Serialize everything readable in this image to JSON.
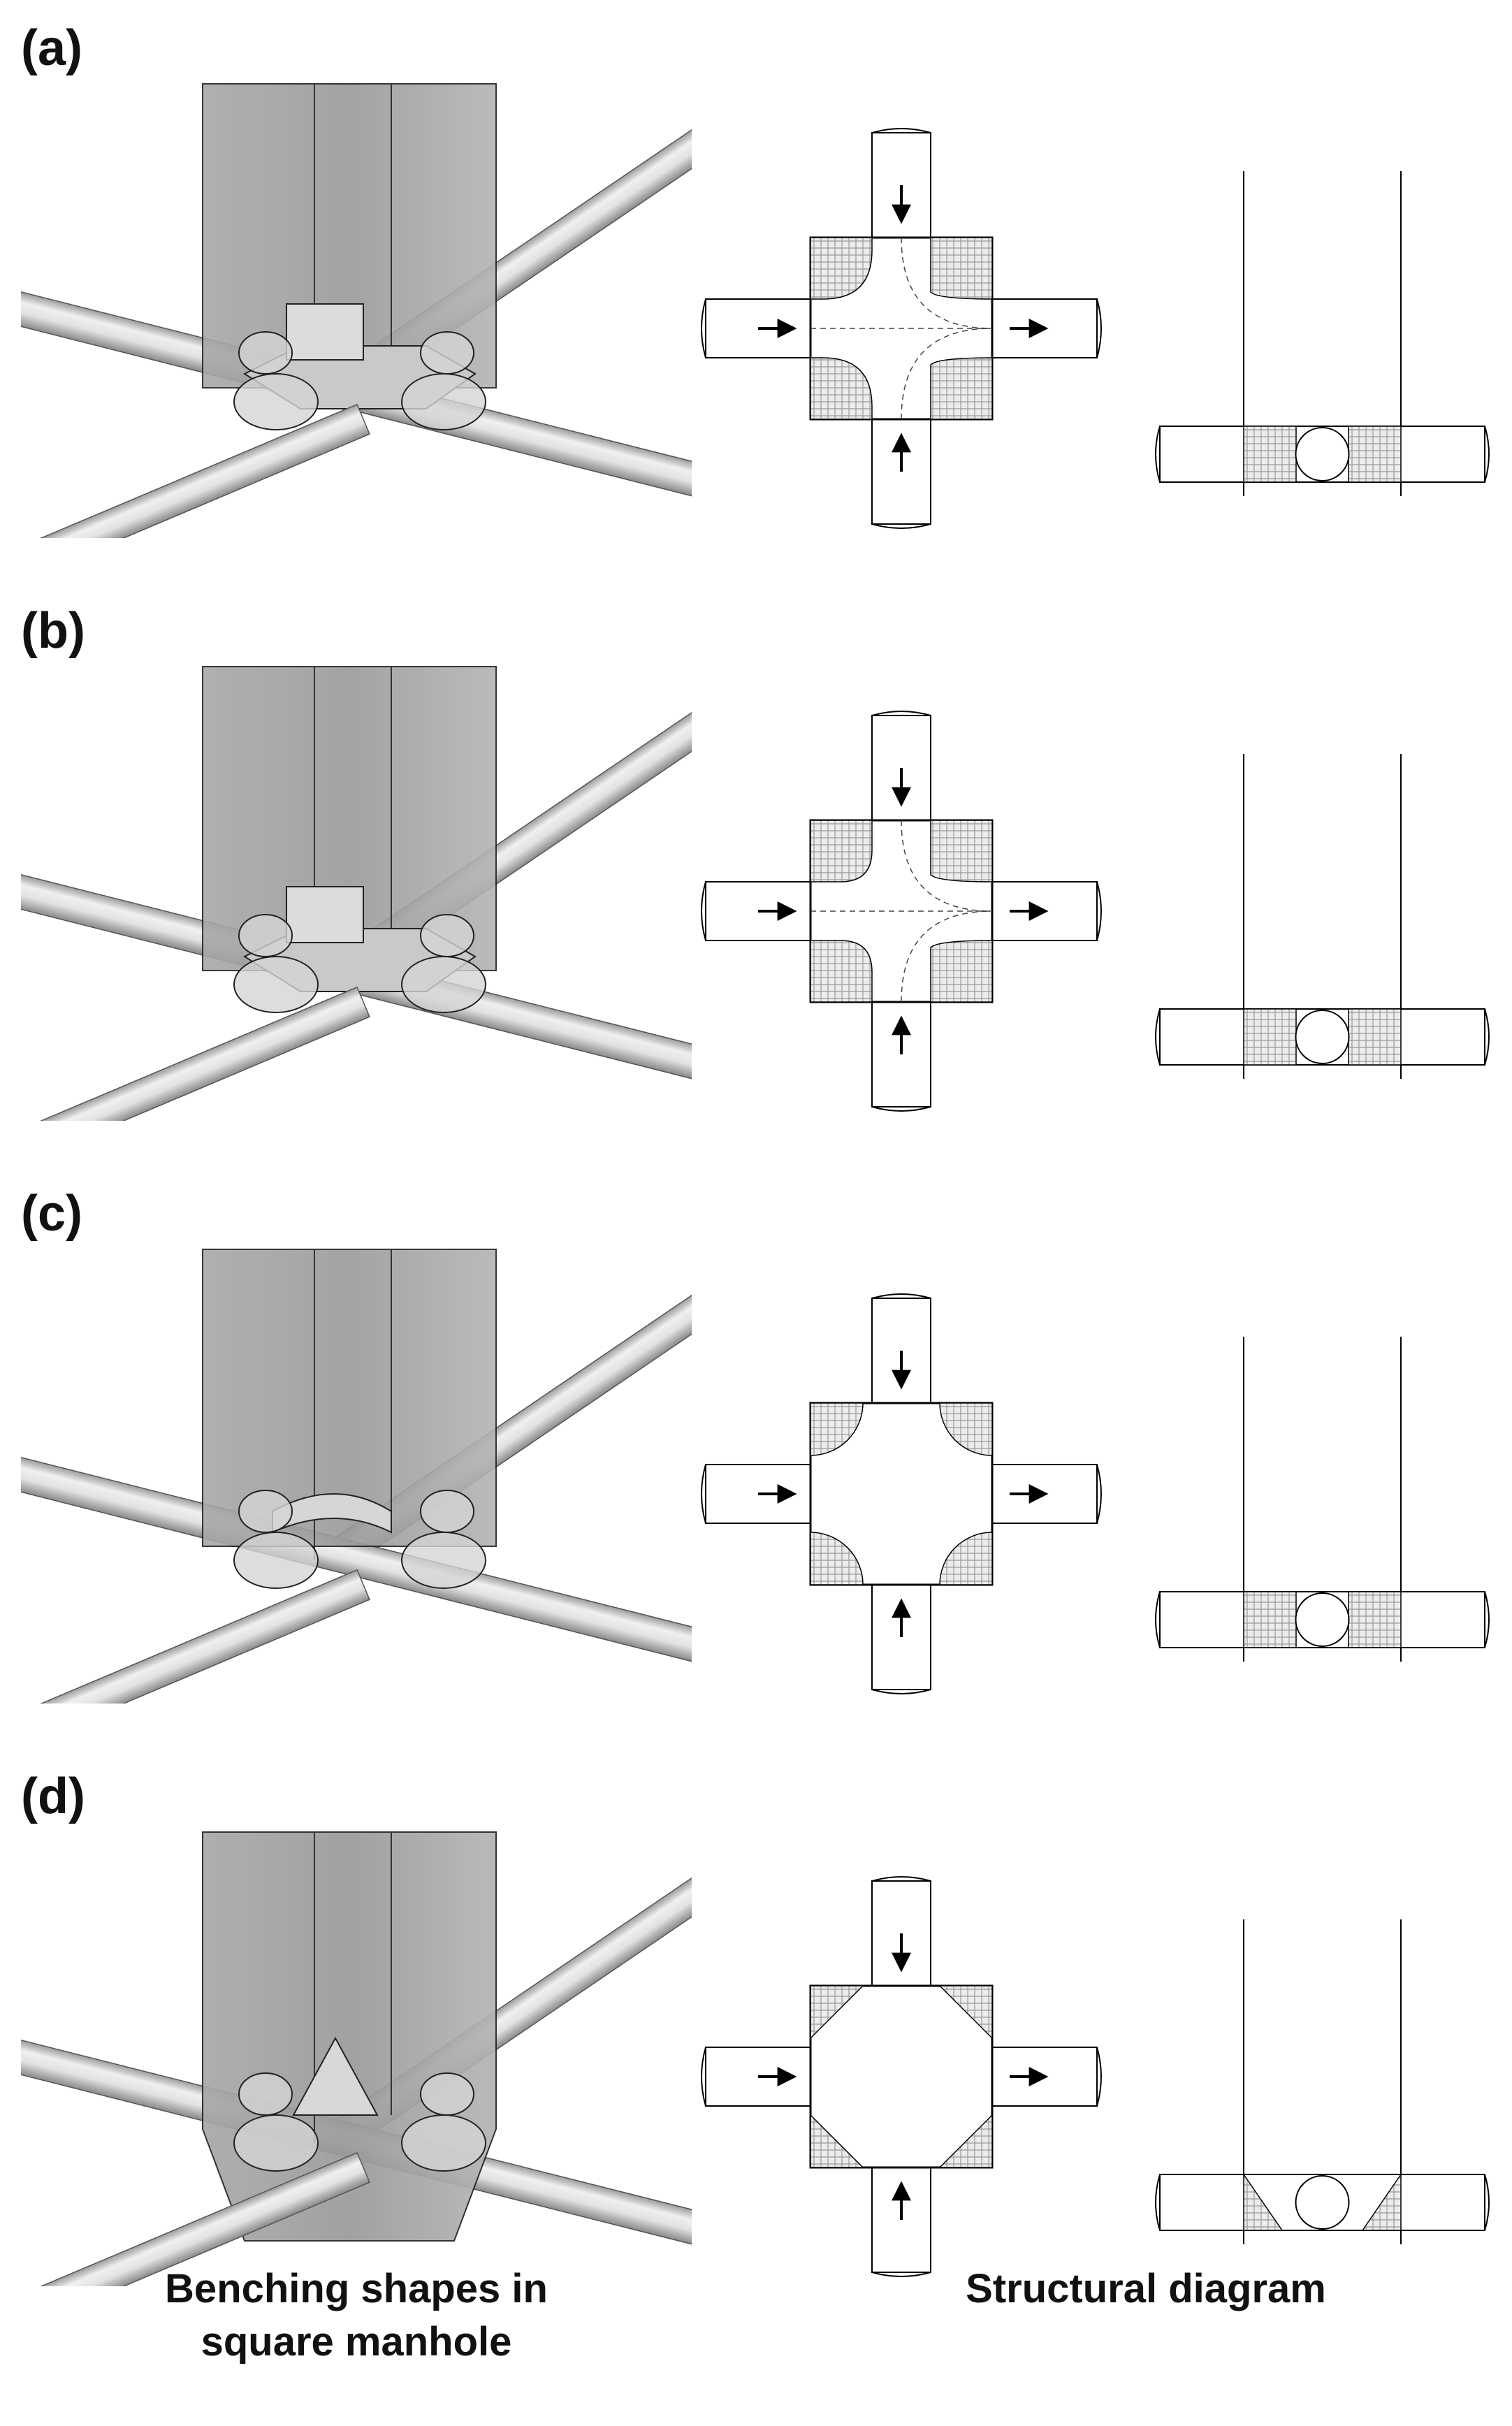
{
  "panels": [
    {
      "label": "(a)"
    },
    {
      "label": "(b)"
    },
    {
      "label": "(c)"
    },
    {
      "label": "(d)"
    }
  ],
  "captions": {
    "left_line1": "Benching shapes in",
    "left_line2": "square manhole",
    "right": "Structural diagram"
  }
}
